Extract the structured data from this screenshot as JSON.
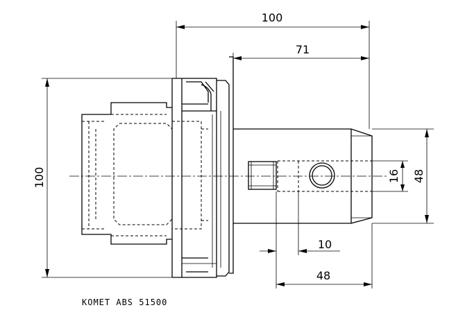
{
  "drawing": {
    "caption": "KOMET ABS 51500",
    "dimensions": {
      "overall_length": "100",
      "shank_length": "71",
      "flange_diameter": "100",
      "head_diameter": "48",
      "bore_diameter": "16",
      "screw_offset": "10",
      "bore_depth": "48"
    }
  }
}
